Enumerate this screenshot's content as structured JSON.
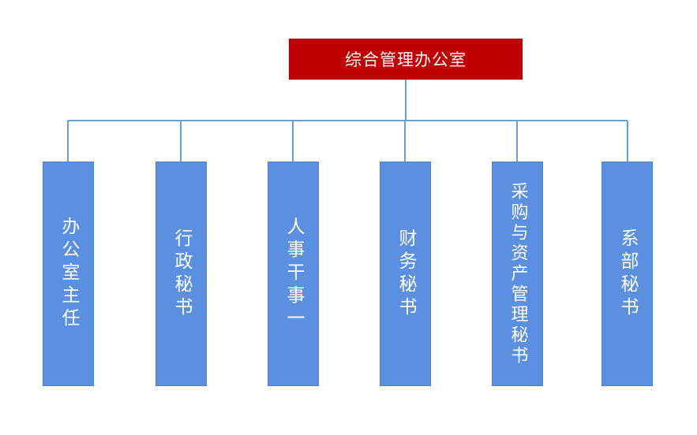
{
  "root": {
    "label": "综合管理办公室",
    "color": "#c00000"
  },
  "children": [
    {
      "label": "办公室主任"
    },
    {
      "label": "行政秘书"
    },
    {
      "label": "人事干事一"
    },
    {
      "label": "财务秘书"
    },
    {
      "label": "采购与资产管理秘书"
    },
    {
      "label": "系部秘书"
    }
  ],
  "colors": {
    "child_fill": "#5b8fe0",
    "connector": "#6a9fd0"
  }
}
